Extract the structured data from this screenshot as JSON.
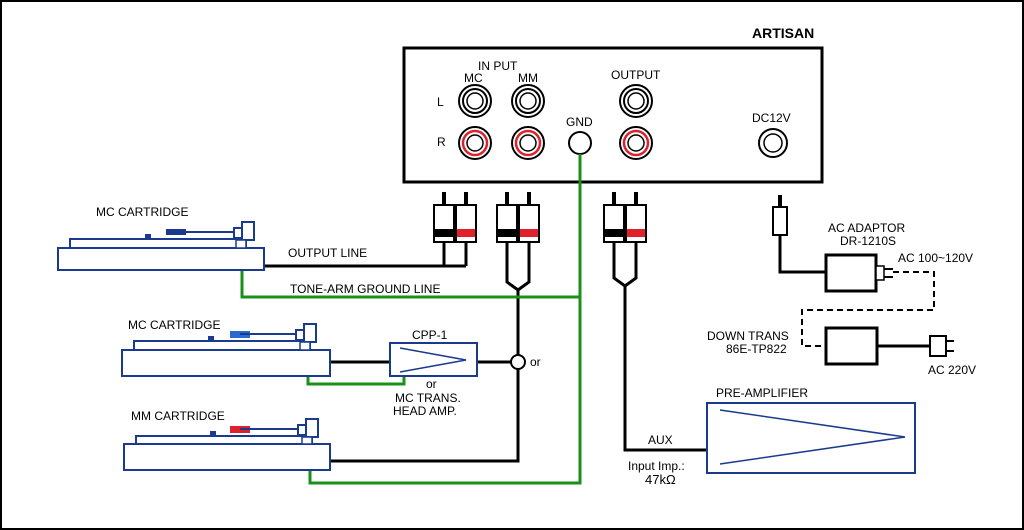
{
  "title": "ARTISAN",
  "unit": {
    "input_label": "IN PUT",
    "mc": "MC",
    "mm": "MM",
    "output": "OUTPUT",
    "gnd": "GND",
    "dc": "DC12V",
    "ch_l": "L",
    "ch_r": "R"
  },
  "turntables": {
    "mc1_label": "MC CARTRIDGE",
    "mc2_label": "MC CARTRIDGE",
    "mm_label": "MM CARTRIDGE"
  },
  "lines": {
    "output_line": "OUTPUT LINE",
    "tonearm_ground": "TONE-ARM GROUND LINE",
    "or_junction": "or"
  },
  "cpp": {
    "name": "CPP-1",
    "or": "or",
    "alt_line1": "MC TRANS.",
    "alt_line2": "HEAD AMP."
  },
  "adaptor": {
    "line1": "AC ADAPTOR",
    "line2": "DR-1210S",
    "voltage": "AC 100~120V"
  },
  "down_trans": {
    "line1": "DOWN TRANS",
    "line2": "86E-TP822",
    "voltage": "AC 220V"
  },
  "preamp": {
    "name": "PRE-AMPLIFIER",
    "aux": "AUX",
    "imp_line1": "Input Imp.:",
    "imp_line2": "47kΩ"
  },
  "colors": {
    "ground": "#1a8f1a",
    "red": "#e0202a",
    "blue": "#1a3a8f",
    "line": "#000000"
  }
}
